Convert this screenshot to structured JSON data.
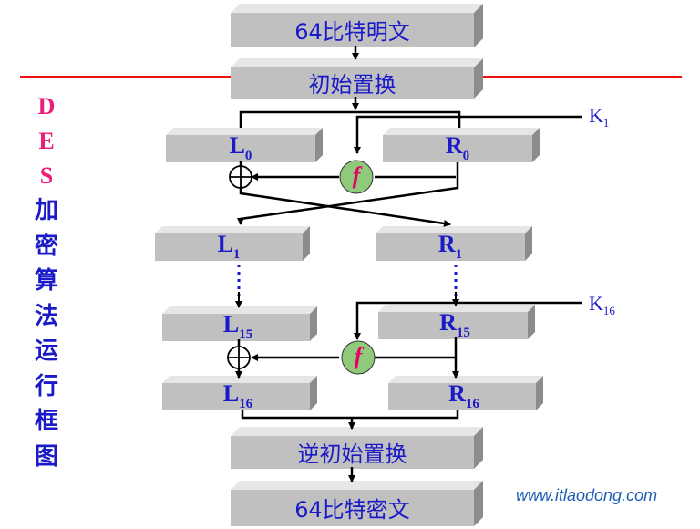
{
  "side_title": {
    "latin": [
      "D",
      "E",
      "S"
    ],
    "chinese": [
      "加",
      "密",
      "算",
      "法",
      "运",
      "行",
      "框",
      "图"
    ]
  },
  "steps": {
    "plaintext": "64比特明文",
    "initial_permutation": "初始置换",
    "inverse_initial_permutation": "逆初始置换",
    "ciphertext": "64比特密文"
  },
  "registers": {
    "L0": {
      "letter": "L",
      "sub": "0"
    },
    "R0": {
      "letter": "R",
      "sub": "0"
    },
    "L1": {
      "letter": "L",
      "sub": "1"
    },
    "R1": {
      "letter": "R",
      "sub": "1"
    },
    "L15": {
      "letter": "L",
      "sub": "15"
    },
    "R15": {
      "letter": "R",
      "sub": "15"
    },
    "L16": {
      "letter": "L",
      "sub": "16"
    },
    "R16": {
      "letter": "R",
      "sub": "16"
    }
  },
  "keys": {
    "k1": {
      "letter": "K",
      "sub": "1"
    },
    "k16": {
      "letter": "K",
      "sub": "16"
    }
  },
  "round_function": "f",
  "ellipsis": "⋮",
  "watermark": "www.itlaodong.com",
  "colors": {
    "box_face": "#c0c0c0",
    "separator": "#ee1111",
    "text_blue": "#1a1ac8",
    "des_pink": "#ee1c7a",
    "f_circle": "#8fca7a",
    "f_text": "#e8006a"
  }
}
